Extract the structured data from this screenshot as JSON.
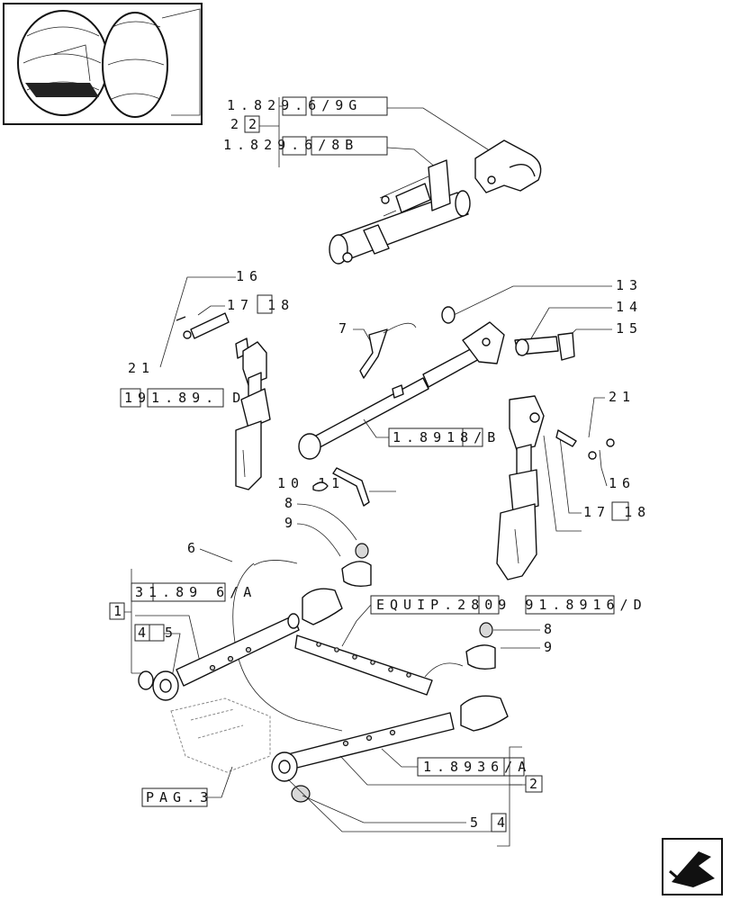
{
  "labels": {
    "ref_1829_3_6_9g": "1.829.6/9G",
    "ref_2_box": "2",
    "ref_2_left": "2",
    "ref_1829_4_6_8b": "1.829.6/8B",
    "n16_left": "16",
    "n17_18_left": "17 18",
    "n21_left": "21",
    "ref_191_89_d": "191.89.  D",
    "n7": "7",
    "n13": "13",
    "n14": "14",
    "n15": "15",
    "ref_1_89_18_b": "1.8918/B",
    "n21_right": "21",
    "n10_11": "10   11",
    "n16_right": "16",
    "n17_18_right": "17 18",
    "n8_left": "8",
    "n9_left": "9",
    "n6": "6",
    "ref_31_89_6_a": "31.89 6/A",
    "n1": "1",
    "equip_ref": "EQUIP.2809 91.8916/D",
    "n4_5": "4 5",
    "n8_right": "8",
    "n9_right": "9",
    "ref_1_89_36_a": "1.8936/A",
    "n2_bottom": "2",
    "pag3": "PAG.3",
    "n5_4": "5 4"
  },
  "icons": {
    "thumbnail": "tractor-rear-thumbnail",
    "nav": "next-page-arrow-icon"
  }
}
